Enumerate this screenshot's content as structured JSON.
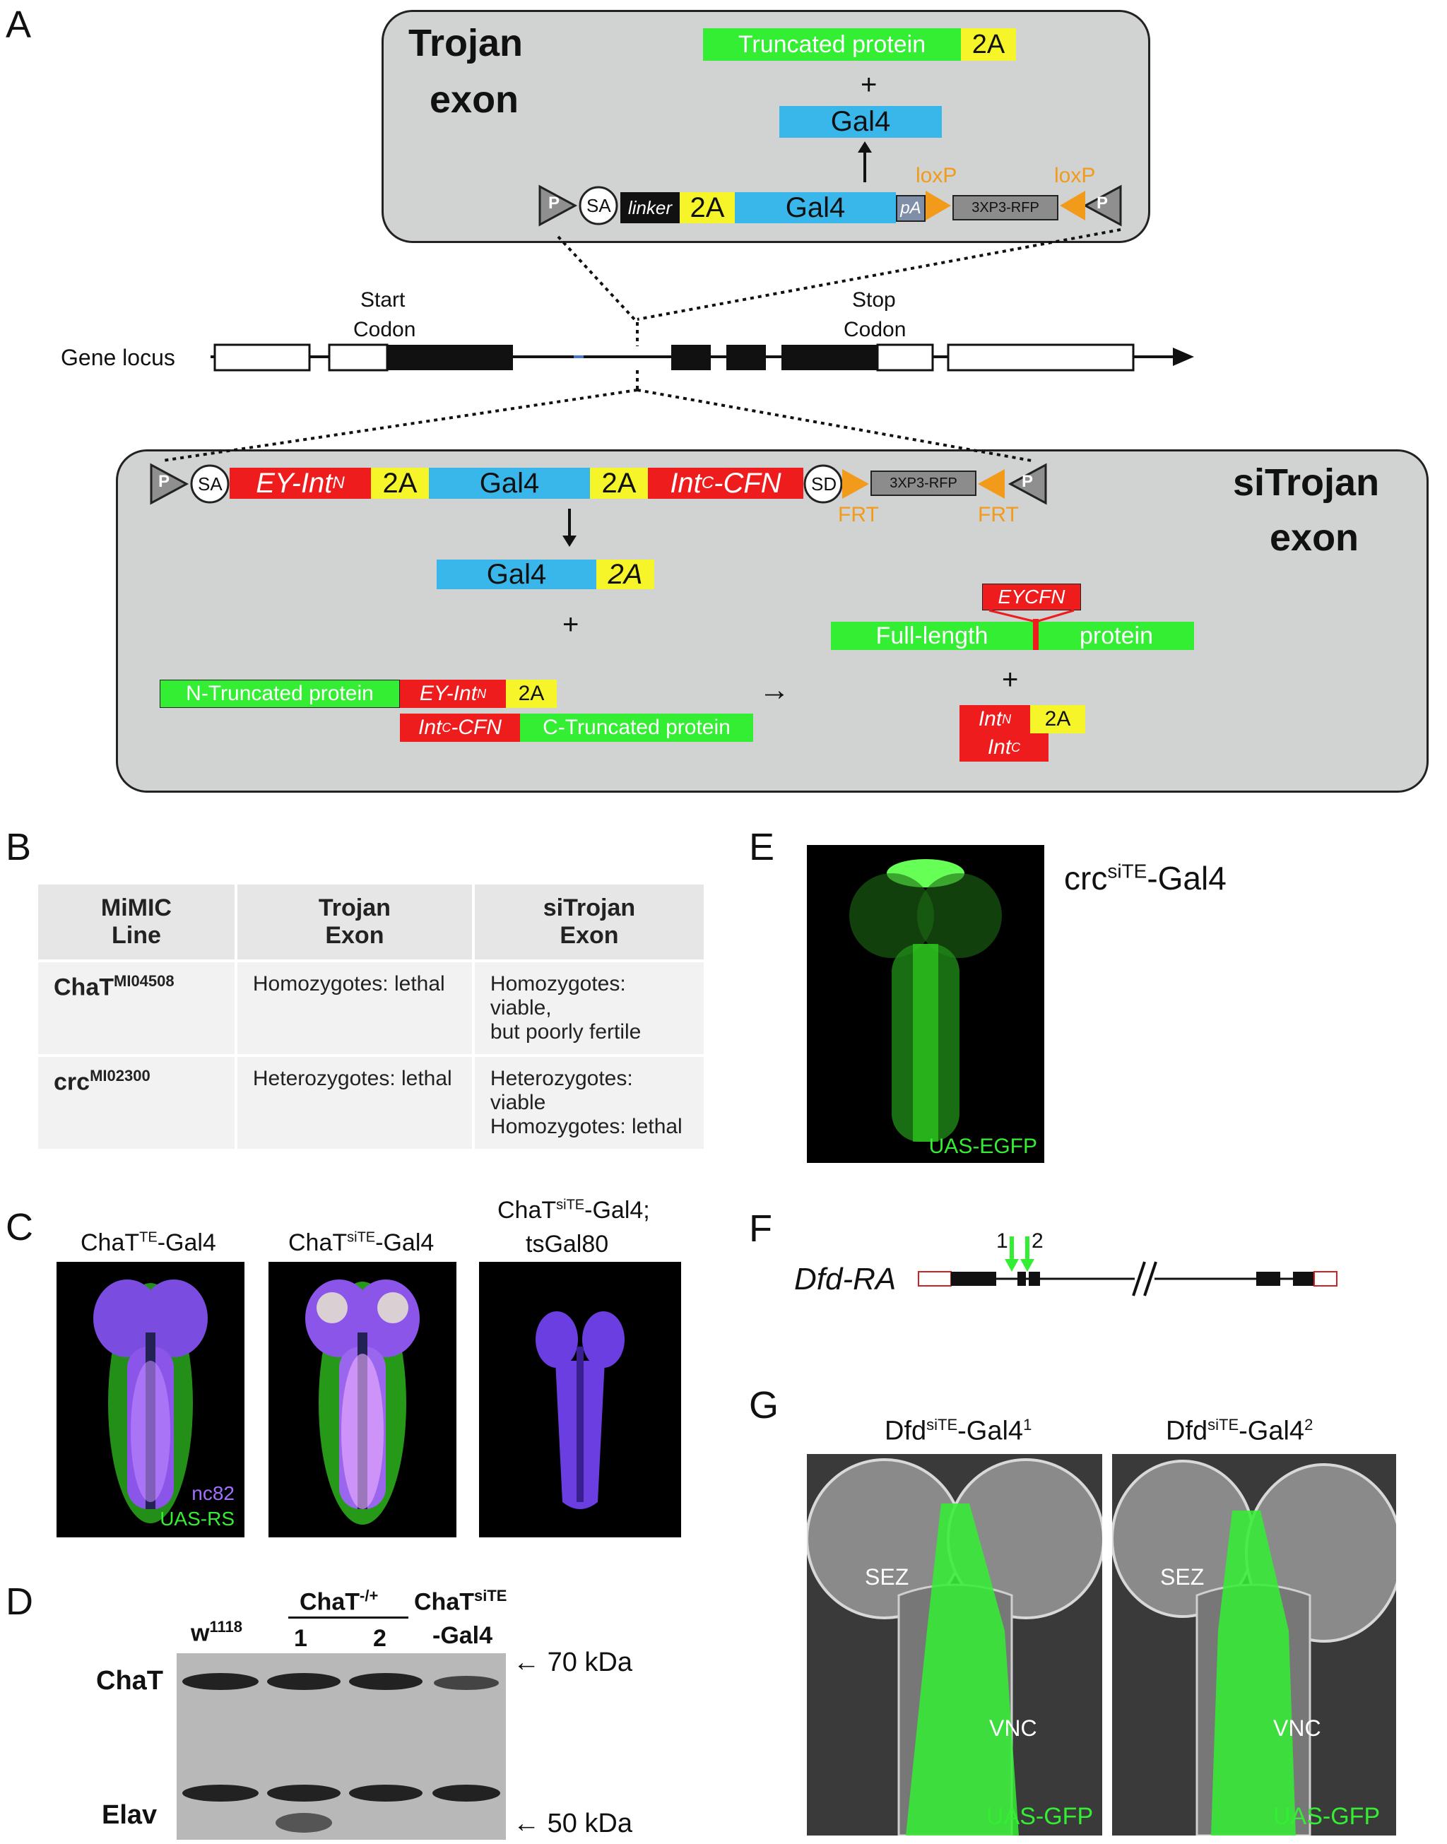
{
  "panels": {
    "a": "A",
    "b": "B",
    "c": "C",
    "d": "D",
    "e": "E",
    "f": "F",
    "g": "G"
  },
  "trojan": {
    "title_line1": "Trojan",
    "title_line2": "exon",
    "truncated_protein": "Truncated protein",
    "two_a": "2A",
    "plus": "+",
    "gal4": "Gal4",
    "p": "P",
    "sa": "SA",
    "linker": "linker",
    "pa": "pA",
    "rfp": "3XP3-RFP",
    "loxp": "loxP"
  },
  "locus": {
    "label": "Gene locus",
    "start_line1": "Start",
    "start_line2": "Codon",
    "stop_line1": "Stop",
    "stop_line2": "Codon"
  },
  "sitrojan": {
    "title_line1": "siTrojan",
    "title_line2": "exon",
    "p": "P",
    "sa": "SA",
    "ey_int_base": "EY-Int",
    "sup_n": "N",
    "sup_c": "C",
    "two_a": "2A",
    "two_a_italic": "2A",
    "gal4": "Gal4",
    "int_cfn_head": "Int",
    "int_cfn_tail": "-CFN",
    "sd": "SD",
    "rfp": "3XP3-RFP",
    "frt": "FRT",
    "plus": "+",
    "arrow": "→",
    "n_truncated": "N-Truncated protein",
    "c_truncated": "C-Truncated protein",
    "eycfn": "EYCFN",
    "full_length": "Full-length",
    "protein": "protein",
    "int": "Int"
  },
  "table": {
    "headers": [
      [
        "MiMIC",
        "Line"
      ],
      [
        "Trojan",
        "Exon"
      ],
      [
        "siTrojan",
        "Exon"
      ]
    ],
    "rows": [
      {
        "gene": "ChaT",
        "sup": "MI04508",
        "trojan": "Homozygotes: lethal",
        "sitrojan1": "Homozygotes: viable,",
        "sitrojan2": "but poorly fertile"
      },
      {
        "gene": "crc",
        "sup": "MI02300",
        "trojan": "Heterozygotes: lethal",
        "sitrojan1": "Heterozygotes: viable",
        "sitrojan2": "Homozygotes: lethal"
      }
    ]
  },
  "panel_c": {
    "img1_base": "ChaT",
    "img1_sup": "TE",
    "img1_tail": "-Gal4",
    "img2_base": "ChaT",
    "img2_sup": "siTE",
    "img2_tail": "-Gal4",
    "img3_base": "ChaT",
    "img3_sup": "siTE",
    "img3_tail": "-Gal4;",
    "img3_line2": "tsGal80",
    "nc82": "nc82",
    "uas_rs": "UAS-RS"
  },
  "panel_d": {
    "lane1_base": "w",
    "lane1_sup": "1118",
    "group_base": "ChaT",
    "group_sup": "-/+",
    "lane2": "1",
    "lane3": "2",
    "lane4_base": "ChaT",
    "lane4_sup": "siTE",
    "lane4_line2": "-Gal4",
    "row1": "ChaT",
    "row2": "Elav",
    "kda70": "70 kDa",
    "kda50": "50 kDa"
  },
  "panel_e": {
    "label_base": "crc",
    "label_sup": "siTE",
    "label_tail": "-Gal4",
    "uas": "UAS-EGFP"
  },
  "panel_f": {
    "gene": "Dfd-RA",
    "m1": "1",
    "m2": "2"
  },
  "panel_g": {
    "img1_base": "Dfd",
    "img1_sup": "siTE",
    "img1_tail": "-Gal4",
    "img1_sup2": "1",
    "img2_base": "Dfd",
    "img2_sup": "siTE",
    "img2_tail": "-Gal4",
    "img2_sup2": "2",
    "sez": "SEZ",
    "vnc": "VNC",
    "uas": "UAS-GFP"
  },
  "colors": {
    "green": "#33ee33",
    "yellow": "#f5f52a",
    "blue": "#39b7ea",
    "red": "#ee1c1c",
    "orange": "#f29a1a",
    "gray_box": "#d1d3d2"
  }
}
